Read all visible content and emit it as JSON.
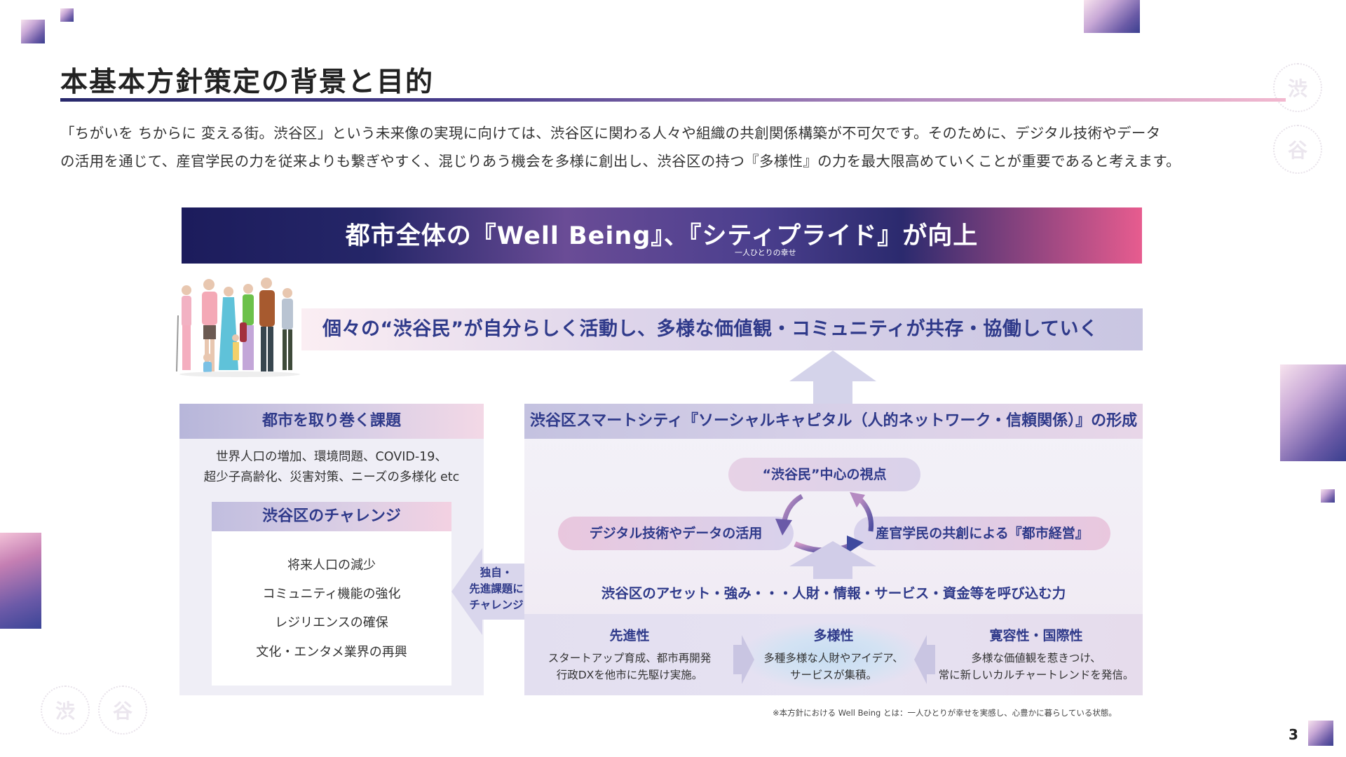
{
  "page": {
    "title": "本基本方針策定の背景と目的",
    "intro_lines": [
      "「ちがいを ちからに 変える街。渋谷区」という未来像の実現に向けては、渋谷区に関わる人々や組織の共創関係構築が不可欠です。そのために、デジタル技術やデータ",
      "の活用を通じて、産官学民の力を従来よりも繋ぎやすく、混じりあう機会を多様に創出し、渋谷区の持つ『多様性』の力を最大限高めていくことが重要であると考えます。"
    ],
    "page_number": "3",
    "footnote": "※本方針における Well Being とは：一人ひとりが幸せを実感し、心豊かに暮らしている状態。"
  },
  "banner": {
    "main": "都市全体の『Well Being』、『シティプライド』が向上",
    "sub": "一人ひとりの幸せ"
  },
  "strip": {
    "text": "個々の“渋谷民”が自分らしく活動し、多様な価値観・コミュニティが共存・協働していく"
  },
  "left_panel": {
    "header": "都市を取り巻く課題",
    "issues_lines": [
      "世界人口の増加、環境問題、COVID-19、",
      "超少子高齢化、災害対策、ニーズの多様化 etc"
    ],
    "challenge_header": "渋谷区のチャレンジ",
    "challenge_items": [
      "将来人口の減少",
      "コミュニティ機能の強化",
      "レジリエンスの確保",
      "文化・エンタメ業界の再興"
    ]
  },
  "arrow_label_lines": [
    "独自・",
    "先進課題に",
    "チャレンジ"
  ],
  "right_panel": {
    "header": "渋谷区スマートシティ『ソーシャルキャピタル（人的ネットワーク・信頼関係）』の形成",
    "pill_top": "“渋谷民”中心の視点",
    "pill_left": "デジタル技術やデータの活用",
    "pill_right": "産官学民の共創による『都市経営』",
    "assets": "渋谷区のアセット・強み・・・人財・情報・サービス・資金等を呼び込む力",
    "columns": [
      {
        "title": "先進性",
        "lines": [
          "スタートアップ育成、都市再開発",
          "行政DXを他市に先駆け実施。"
        ]
      },
      {
        "title": "多様性",
        "lines": [
          "多種多様な人財やアイデア、",
          "サービスが集積。"
        ]
      },
      {
        "title": "寛容性・国際性",
        "lines": [
          "多様な価値観を惹きつけ、",
          "常に新しいカルチャートレンドを発信。"
        ]
      }
    ]
  },
  "watermarks": [
    "渋",
    "谷",
    "渋",
    "谷"
  ],
  "colors": {
    "navy": "#2f3a8a",
    "banner_start": "#1c1c5c",
    "banner_end": "#e75c8f",
    "accent_pink": "#e9c7de"
  }
}
